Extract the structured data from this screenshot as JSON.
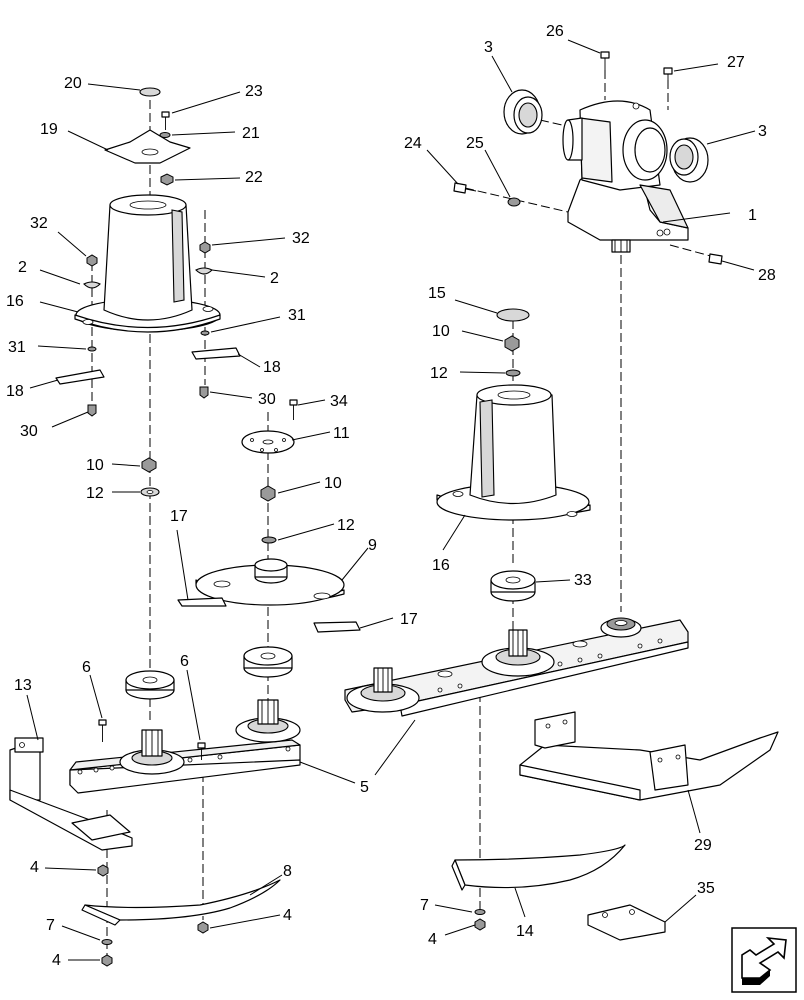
{
  "diagram": {
    "callouts": [
      {
        "label": "1"
      },
      {
        "label": "2"
      },
      {
        "label": "2"
      },
      {
        "label": "3"
      },
      {
        "label": "3"
      },
      {
        "label": "4"
      },
      {
        "label": "4"
      },
      {
        "label": "4"
      },
      {
        "label": "4"
      },
      {
        "label": "5"
      },
      {
        "label": "5"
      },
      {
        "label": "6"
      },
      {
        "label": "6"
      },
      {
        "label": "7"
      },
      {
        "label": "7"
      },
      {
        "label": "8"
      },
      {
        "label": "9"
      },
      {
        "label": "10"
      },
      {
        "label": "10"
      },
      {
        "label": "10"
      },
      {
        "label": "11"
      },
      {
        "label": "12"
      },
      {
        "label": "12"
      },
      {
        "label": "12"
      },
      {
        "label": "13"
      },
      {
        "label": "14"
      },
      {
        "label": "15"
      },
      {
        "label": "16"
      },
      {
        "label": "16"
      },
      {
        "label": "17"
      },
      {
        "label": "17"
      },
      {
        "label": "18"
      },
      {
        "label": "18"
      },
      {
        "label": "19"
      },
      {
        "label": "20"
      },
      {
        "label": "21"
      },
      {
        "label": "22"
      },
      {
        "label": "23"
      },
      {
        "label": "24"
      },
      {
        "label": "25"
      },
      {
        "label": "26"
      },
      {
        "label": "27"
      },
      {
        "label": "28"
      },
      {
        "label": "29"
      },
      {
        "label": "30"
      },
      {
        "label": "30"
      },
      {
        "label": "31"
      },
      {
        "label": "31"
      },
      {
        "label": "32"
      },
      {
        "label": "32"
      },
      {
        "label": "33"
      },
      {
        "label": "34"
      },
      {
        "label": "35"
      }
    ]
  }
}
